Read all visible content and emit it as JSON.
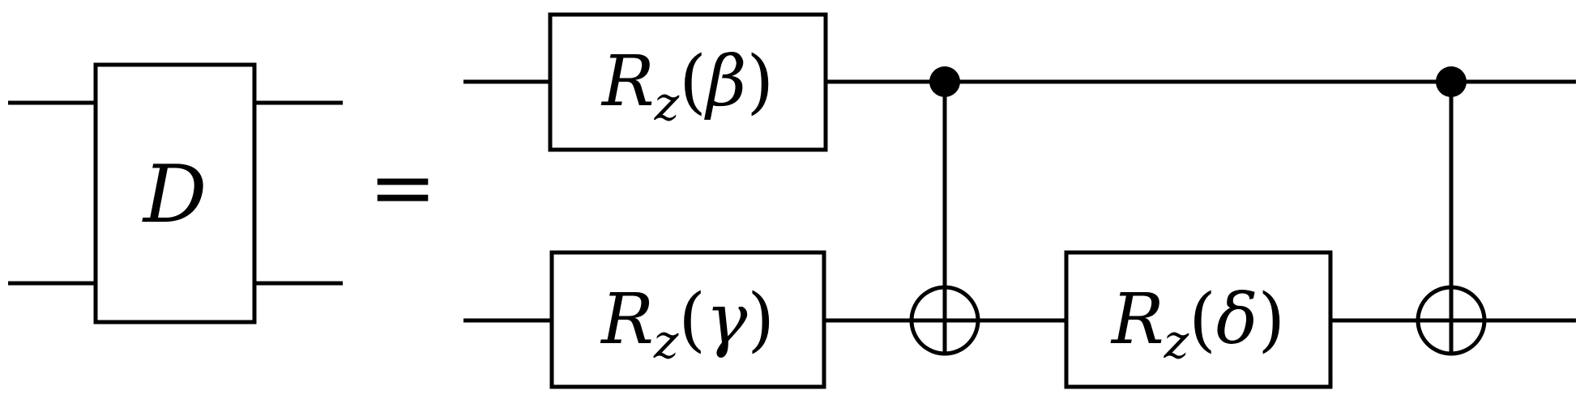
{
  "lhs": {
    "gate_label": "D"
  },
  "equals_sign": "=",
  "rhs": {
    "gates": [
      {
        "op": "R",
        "sub": "z",
        "param": "β"
      },
      {
        "op": "R",
        "sub": "z",
        "param": "γ"
      },
      {
        "op": "R",
        "sub": "z",
        "param": "δ"
      }
    ],
    "cnots": [
      {
        "control_qubit": 1,
        "target_qubit": 2
      },
      {
        "control_qubit": 1,
        "target_qubit": 2
      }
    ]
  }
}
